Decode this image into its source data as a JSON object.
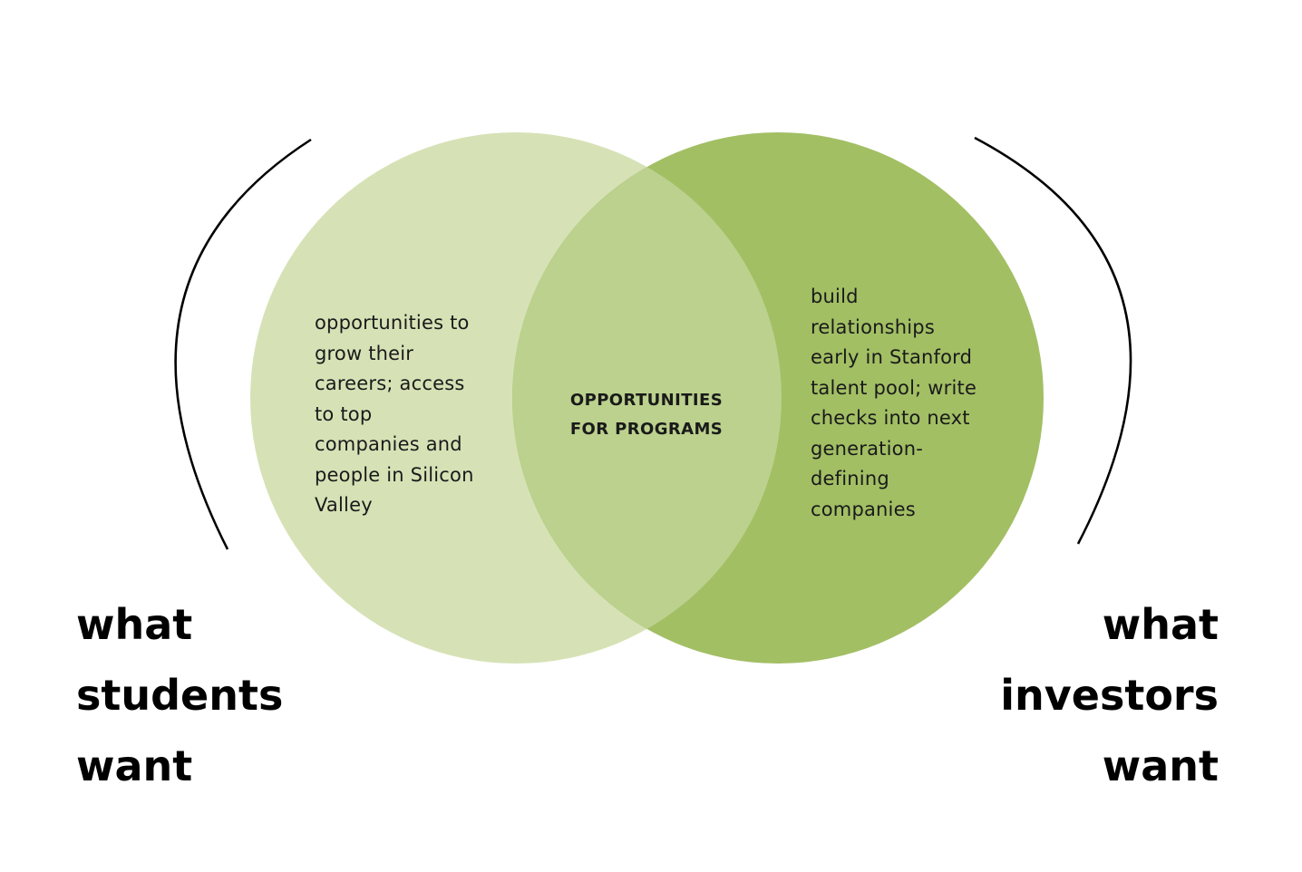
{
  "diagram": {
    "type": "venn",
    "colors": {
      "left_circle": "#d6e2b6",
      "right_circle": "#a2bf64",
      "overlap": "#bbd18d",
      "bracket": "#000000",
      "text": "#1a1a1a"
    },
    "left_set": {
      "label": "what\nstudents\nwant",
      "description": "opportunities to\ngrow their\ncareers; access\nto top\ncompanies and\npeople in Silicon\nValley"
    },
    "right_set": {
      "label": "what\ninvestors\nwant",
      "description": "build\nrelationships\nearly in Stanford\ntalent pool; write\nchecks into next\ngeneration-\ndefining\ncompanies"
    },
    "intersection": {
      "label": "OPPORTUNITIES\nFOR PROGRAMS"
    }
  }
}
